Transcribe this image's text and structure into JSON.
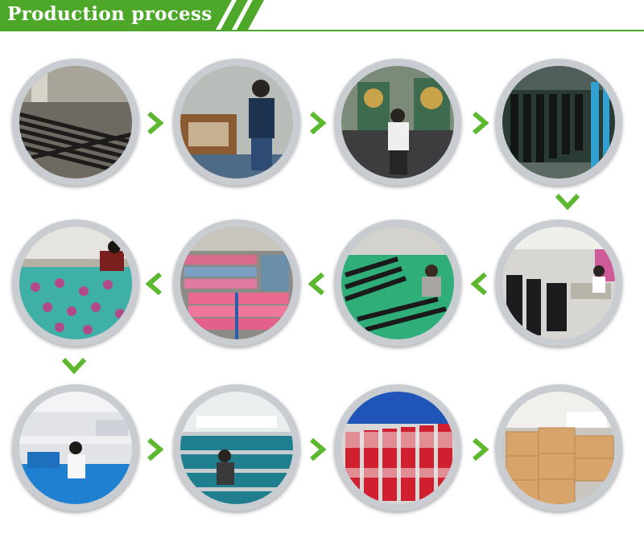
{
  "header": {
    "title": "Production process",
    "accent_color": "#4da82a"
  },
  "steps": [
    {
      "icon": "steel-tubes-photo"
    },
    {
      "icon": "tube-cutting-machine-photo"
    },
    {
      "icon": "punching-press-photo"
    },
    {
      "icon": "hanging-frames-photo"
    },
    {
      "icon": "assembly-workshop-photo"
    },
    {
      "icon": "frame-assembly-photo"
    },
    {
      "icon": "fabric-rolls-photo"
    },
    {
      "icon": "fabric-cutting-photo"
    },
    {
      "icon": "sewing-workshop-photo"
    },
    {
      "icon": "chair-assembly-photo"
    },
    {
      "icon": "packaged-chairs-photo"
    },
    {
      "icon": "carton-warehouse-photo"
    }
  ],
  "arrow_color": "#5cb82e"
}
